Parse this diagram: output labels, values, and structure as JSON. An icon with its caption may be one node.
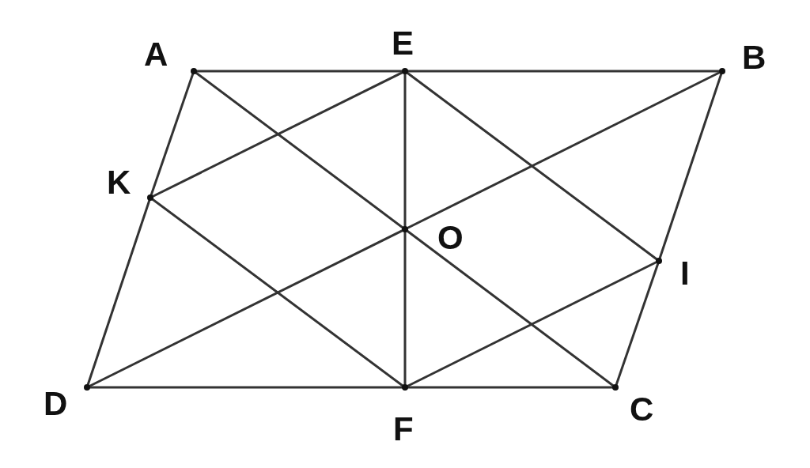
{
  "diagram": {
    "nodes": [
      {
        "text": [
          "A"
        ]
      },
      {
        "text": [
          "E"
        ]
      },
      {
        "text": [
          "B"
        ]
      },
      {
        "text": [
          "K"
        ]
      },
      {
        "text": [
          "O"
        ]
      },
      {
        "text": [
          "I"
        ]
      },
      {
        "text": [
          "D"
        ]
      },
      {
        "text": [
          "F"
        ]
      },
      {
        "text": [
          "C"
        ]
      }
    ],
    "edges": [
      {
        "from": 0,
        "to": 1,
        "arrow": "none"
      },
      {
        "from": 1,
        "to": 2,
        "arrow": "none"
      },
      {
        "from": 0,
        "to": 3,
        "arrow": "none"
      },
      {
        "from": 3,
        "to": 6,
        "arrow": "none"
      },
      {
        "from": 6,
        "to": 7,
        "arrow": "none"
      },
      {
        "from": 7,
        "to": 8,
        "arrow": "none"
      },
      {
        "from": 2,
        "to": 5,
        "arrow": "none"
      },
      {
        "from": 5,
        "to": 8,
        "arrow": "none"
      },
      {
        "from": 0,
        "to": 4,
        "arrow": "none"
      },
      {
        "from": 4,
        "to": 8,
        "arrow": "none"
      },
      {
        "from": 2,
        "to": 4,
        "arrow": "none"
      },
      {
        "from": 4,
        "to": 6,
        "arrow": "none"
      },
      {
        "from": 1,
        "to": 4,
        "arrow": "none"
      },
      {
        "from": 4,
        "to": 7,
        "arrow": "none"
      },
      {
        "from": 1,
        "to": 3,
        "arrow": "none"
      },
      {
        "from": 3,
        "to": 7,
        "arrow": "none"
      },
      {
        "from": 7,
        "to": 5,
        "arrow": "none"
      },
      {
        "from": 5,
        "to": 1,
        "arrow": "none"
      }
    ]
  }
}
